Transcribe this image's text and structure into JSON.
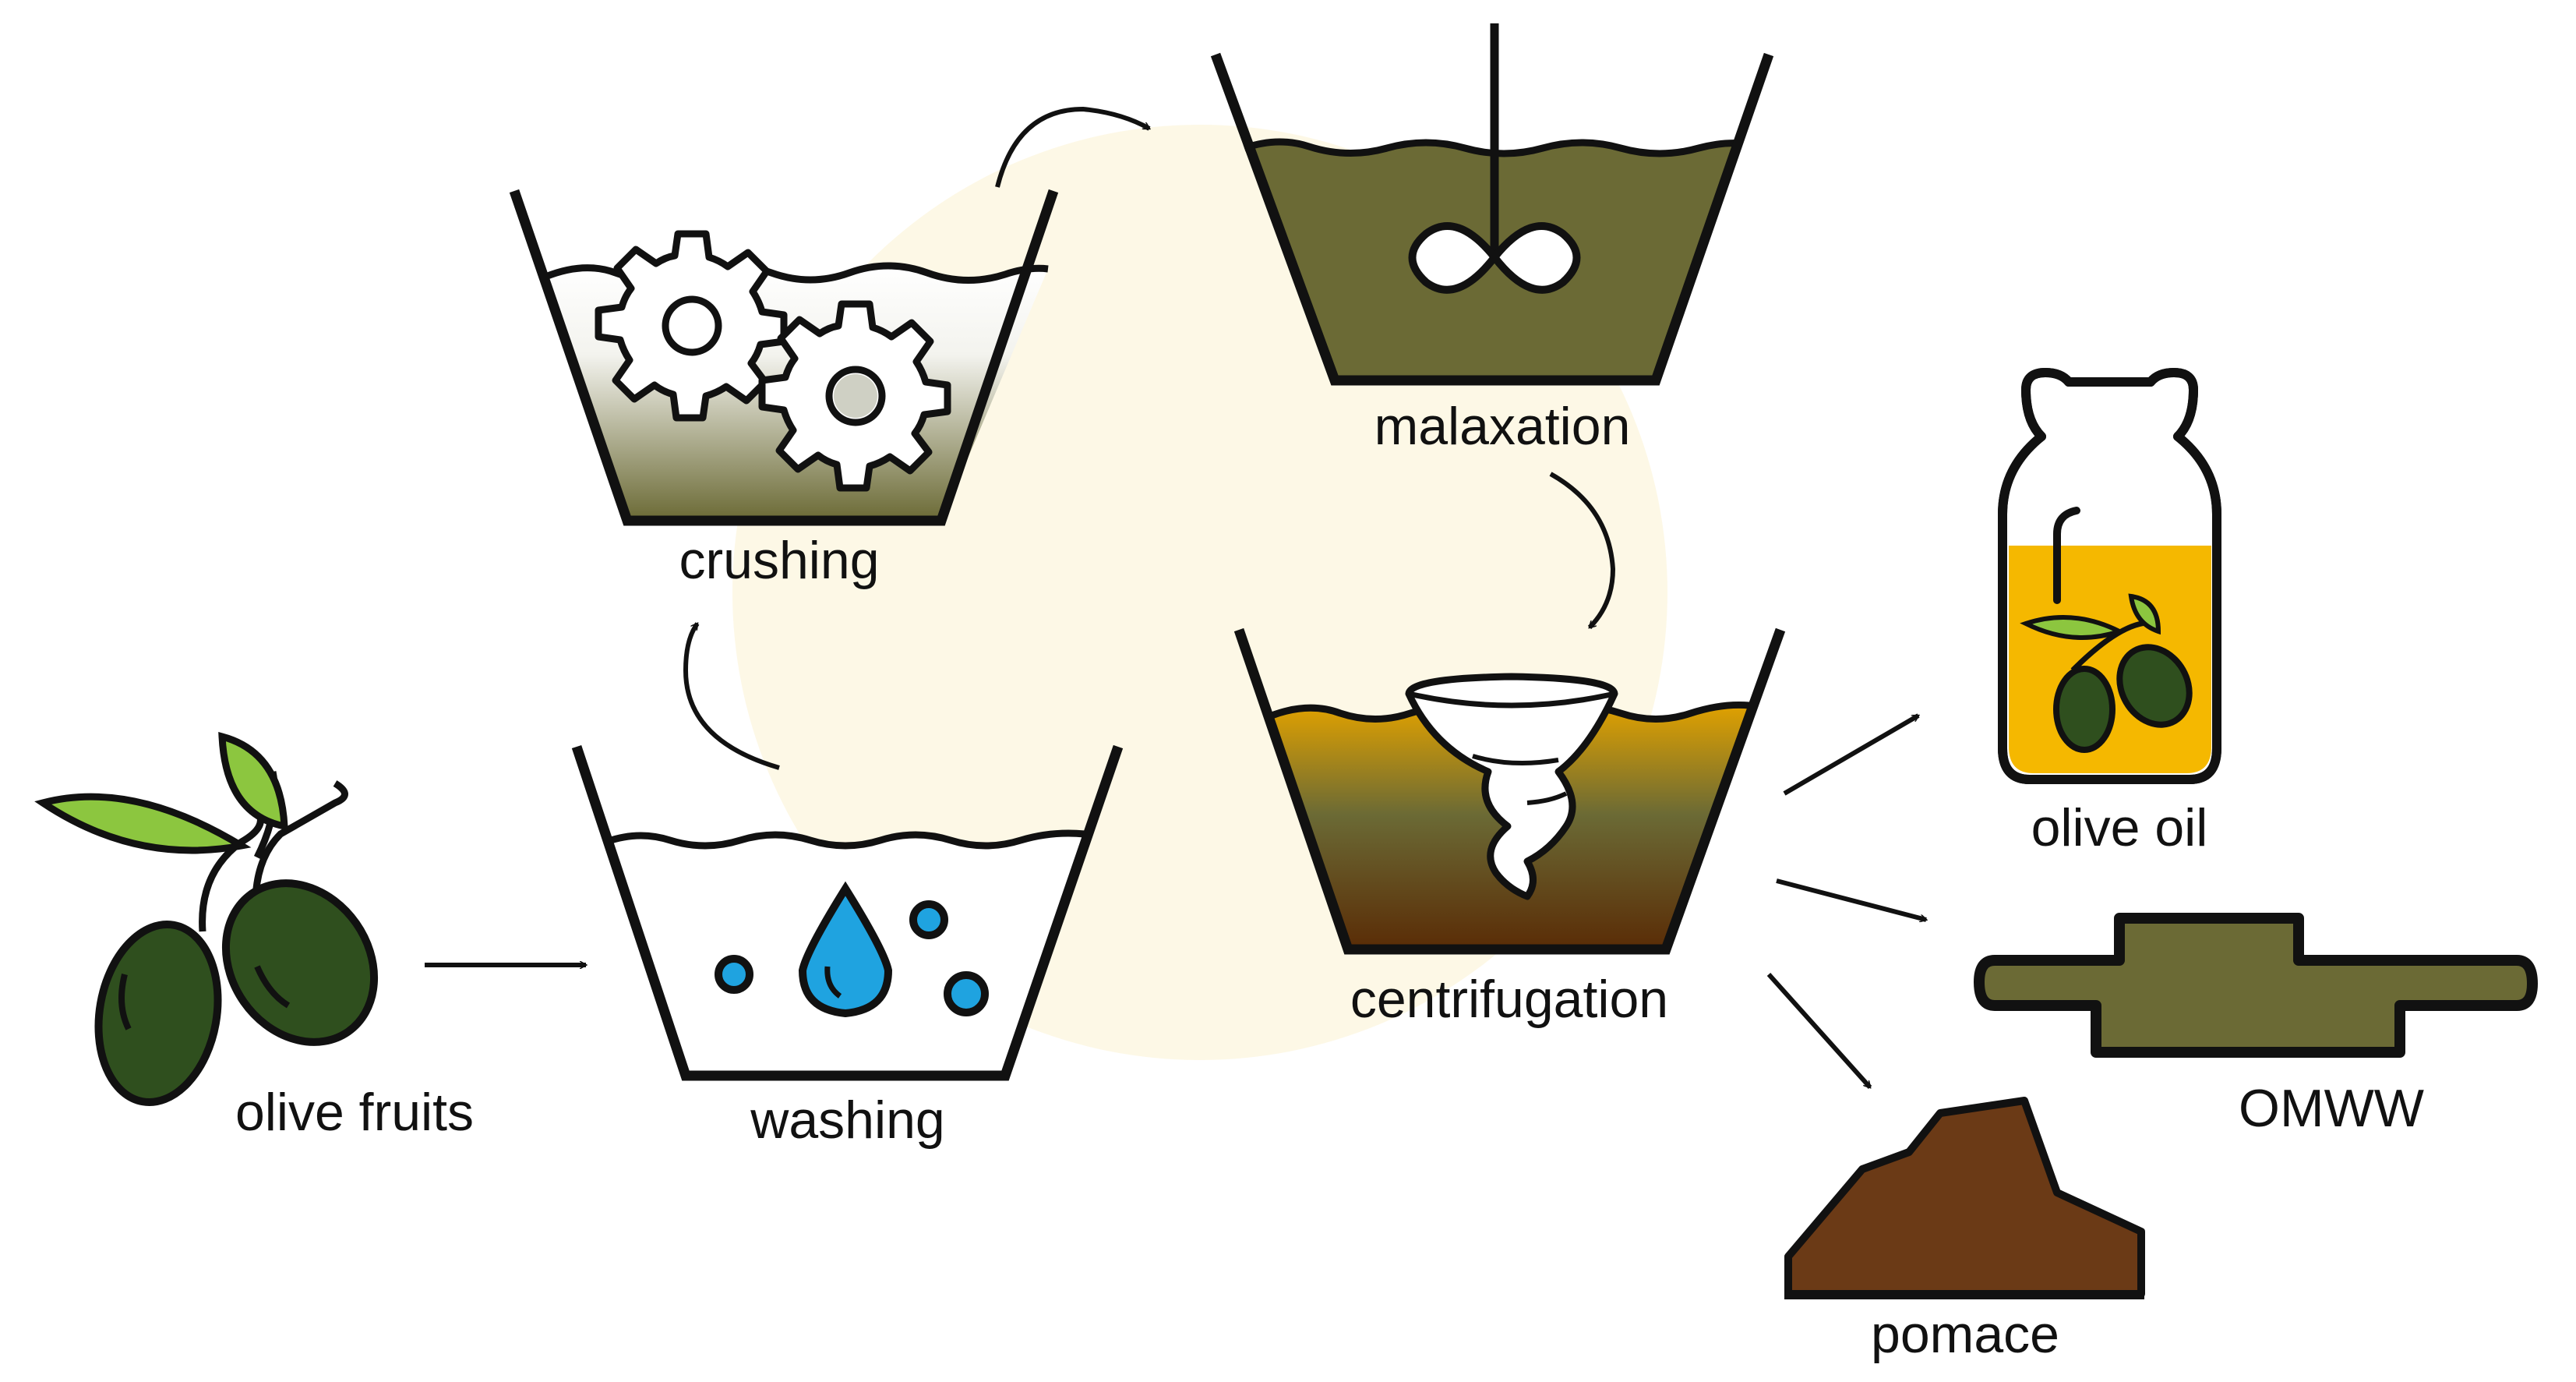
{
  "labels": {
    "olive_fruits": "olive fruits",
    "washing": "washing",
    "crushing": "crushing",
    "malaxation": "malaxation",
    "centrifugation": "centrifugation",
    "olive_oil": "olive oil",
    "omww": "OMWW",
    "pomace": "pomace"
  },
  "icons": {
    "olives": "olive-branch-icon",
    "water": "water-drop-icon",
    "gears": "gear-icon",
    "mixer": "mixer-blade-icon",
    "centrifuge": "tornado-icon",
    "bottle": "oil-bottle-icon",
    "puddle": "wastewater-puddle-icon",
    "pile": "pomace-pile-icon"
  },
  "colors": {
    "outline": "#111111",
    "olive_dark": "#2f4f1e",
    "leaf": "#8cc63f",
    "water_blue": "#1fa3e0",
    "malaxation_paste": "#6b6a35",
    "oil_yellow": "#f5b800",
    "centrifuge_brown": "#5a2c06",
    "omww_green": "#6b6a35",
    "pomace_brown": "#6b3a16",
    "background_circle": "#fdf8e6"
  }
}
